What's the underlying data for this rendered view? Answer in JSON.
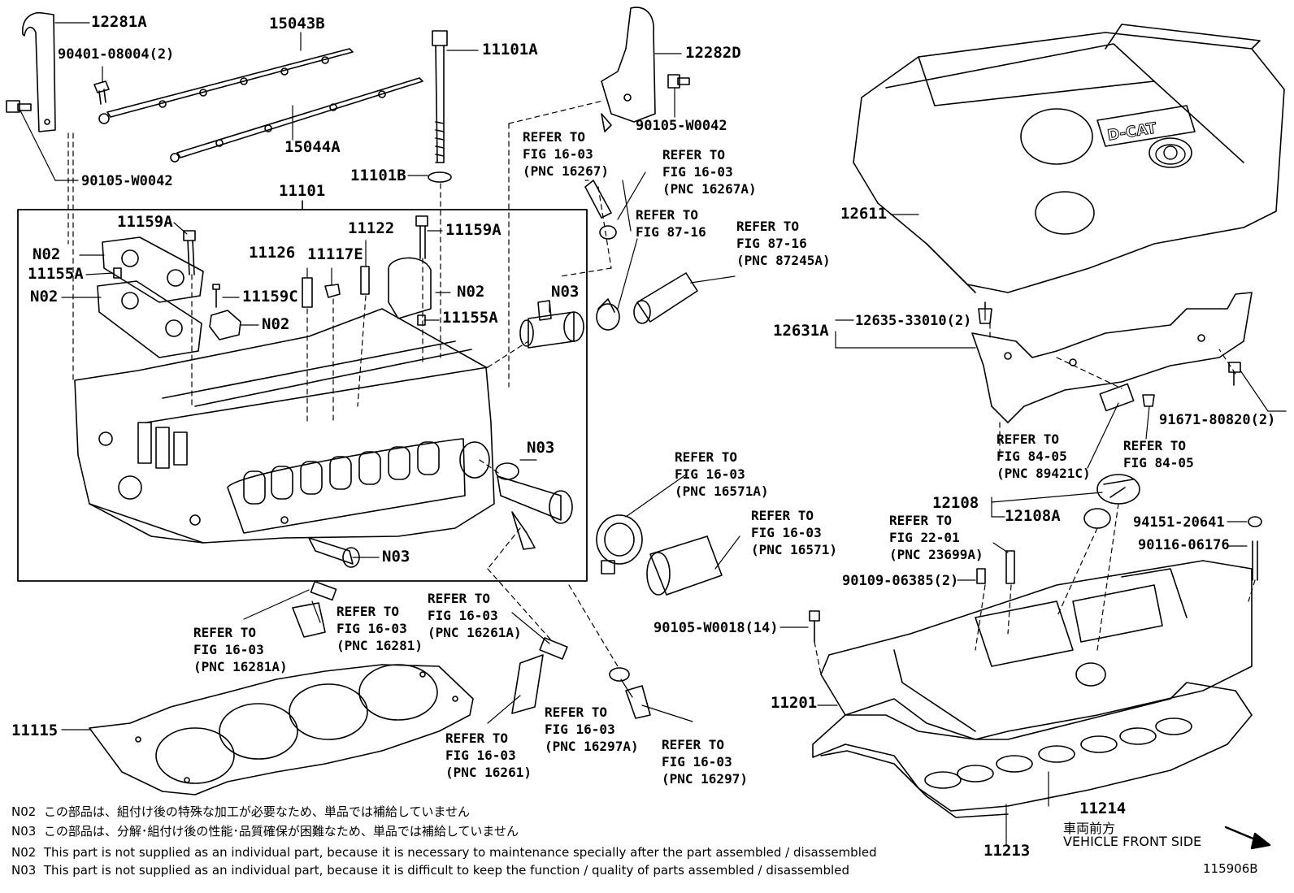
{
  "labels": {
    "p12281A": "12281A",
    "p15043B": "15043B",
    "p11101A": "11101A",
    "p12282D": "12282D",
    "p90401": "90401-08004(2)",
    "p15044A": "15044A",
    "p90105a": "90105-W0042",
    "p90105b": "90105-W0042",
    "p11101B": "11101B",
    "p11101": "11101",
    "p11159A_a": "11159A",
    "p11159A_b": "11159A",
    "p11122": "11122",
    "p11126": "11126",
    "p11117E": "11117E",
    "p11159C": "11159C",
    "p11155A_a": "11155A",
    "p11155A_b": "11155A",
    "pN02_a": "N02",
    "pN02_b": "N02",
    "pN02_c": "N02",
    "pN02_d": "N02",
    "pN03_a": "N03",
    "pN03_b": "N03",
    "pN03_c": "N03",
    "p12611": "12611",
    "p12631A": "12631A",
    "p12635": "12635-33010(2)",
    "p91671": "91671-80820(2)",
    "p12108": "12108",
    "p12108A": "12108A",
    "p94151": "94151-20641",
    "p90116": "90116-06176",
    "p90109": "90109-06385(2)",
    "p90105c": "90105-W0018(14)",
    "p11201": "11201",
    "p11214": "11214",
    "p11213": "11213",
    "p11115": "11115"
  },
  "references": {
    "r16267": "REFER TO\nFIG 16-03\n(PNC 16267)",
    "r16267A": "REFER TO\nFIG 16-03\n(PNC 16267A)",
    "r8716a": "REFER TO\nFIG 87-16",
    "r87245A": "REFER TO\nFIG 87-16\n(PNC 87245A)",
    "r89421C": "REFER TO\nFIG 84-05\n(PNC 89421C)",
    "r8405": "REFER TO\nFIG 84-05",
    "r16571A": "REFER TO\nFIG 16-03\n(PNC 16571A)",
    "r16571": "REFER TO\nFIG 16-03\n(PNC 16571)",
    "r23699A": "REFER TO\nFIG 22-01\n(PNC 23699A)",
    "r16281": "REFER TO\nFIG 16-03\n(PNC 16281)",
    "r16281A": "REFER TO\nFIG 16-03\n(PNC 16281A)",
    "r16261A": "REFER TO\nFIG 16-03\n(PNC 16261A)",
    "r16261": "REFER TO\nFIG 16-03\n(PNC 16261)",
    "r16297A": "REFER TO\nFIG 16-03\n(PNC 16297A)",
    "r16297": "REFER TO\nFIG 16-03\n(PNC 16297)"
  },
  "badge_text": "D-CAT",
  "notes": [
    {
      "code": "N02",
      "text": "この部品は、組付け後の特殊な加工が必要なため、単品では補給していません"
    },
    {
      "code": "N03",
      "text": "この部品は、分解･組付け後の性能･品質確保が困難なため、単品では補給していません"
    },
    {
      "code": "N02",
      "text": "This part is not supplied as an individual part, because it is necessary to maintenance specially after the part assembled / disassembled"
    },
    {
      "code": "N03",
      "text": "This part is not supplied as an individual part, because it is difficult to keep the function / quality of parts  assembled / disassembled"
    }
  ],
  "front_label_jp": "車両前方",
  "front_label_en": "VEHICLE FRONT SIDE",
  "illustration_id": "115906B"
}
